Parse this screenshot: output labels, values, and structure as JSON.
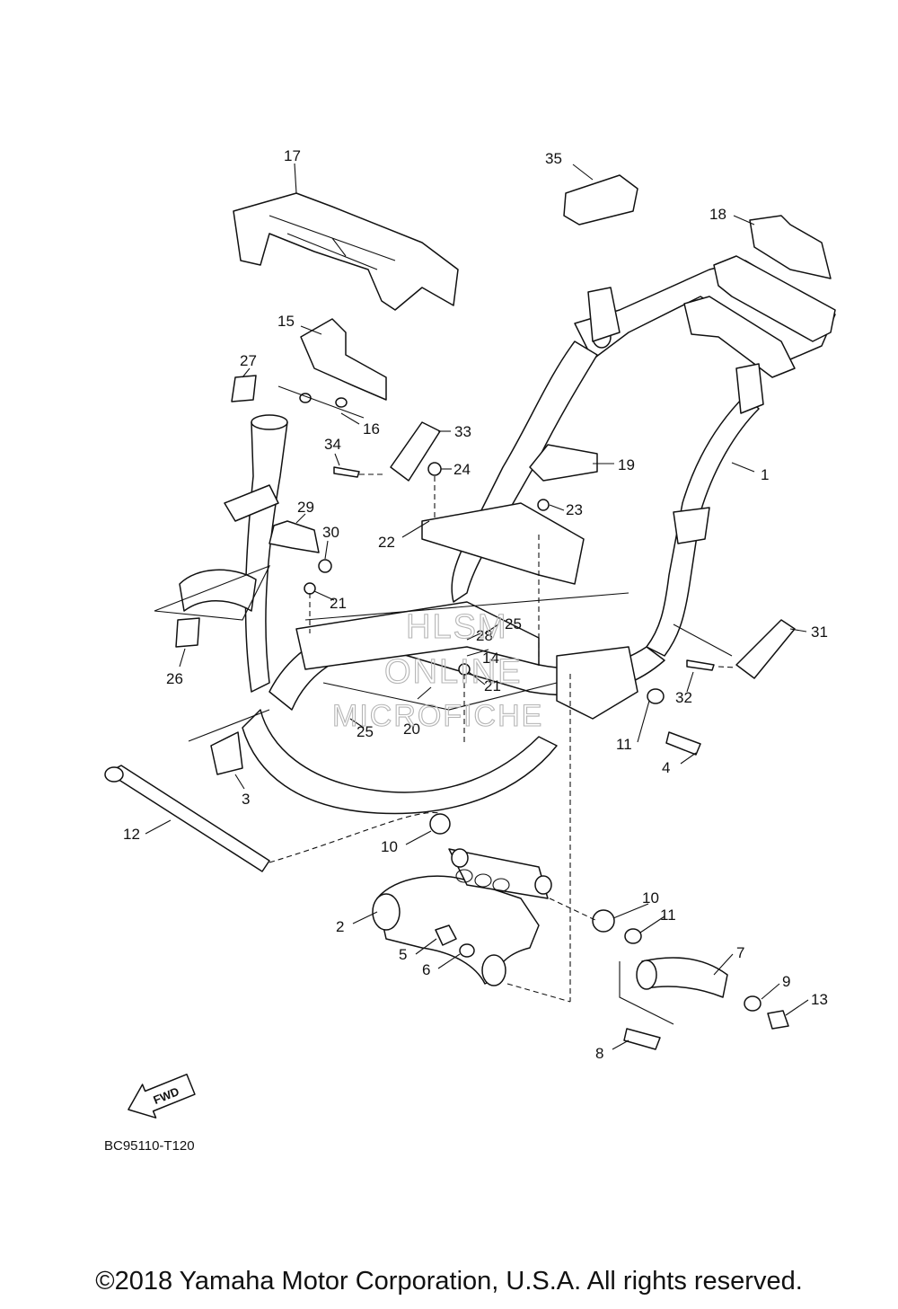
{
  "callouts": [
    {
      "label": "1"
    },
    {
      "label": "2"
    },
    {
      "label": "3"
    },
    {
      "label": "4"
    },
    {
      "label": "5"
    },
    {
      "label": "6"
    },
    {
      "label": "7"
    },
    {
      "label": "8"
    },
    {
      "label": "9"
    },
    {
      "label": "10"
    },
    {
      "label": "10"
    },
    {
      "label": "11"
    },
    {
      "label": "11"
    },
    {
      "label": "12"
    },
    {
      "label": "13"
    },
    {
      "label": "14"
    },
    {
      "label": "15"
    },
    {
      "label": "16"
    },
    {
      "label": "17"
    },
    {
      "label": "18"
    },
    {
      "label": "19"
    },
    {
      "label": "20"
    },
    {
      "label": "21"
    },
    {
      "label": "21"
    },
    {
      "label": "22"
    },
    {
      "label": "23"
    },
    {
      "label": "24"
    },
    {
      "label": "25"
    },
    {
      "label": "25"
    },
    {
      "label": "26"
    },
    {
      "label": "27"
    },
    {
      "label": "28"
    },
    {
      "label": "29"
    },
    {
      "label": "30"
    },
    {
      "label": "31"
    },
    {
      "label": "32"
    },
    {
      "label": "33"
    },
    {
      "label": "34"
    },
    {
      "label": "35"
    }
  ],
  "watermark": {
    "line1": "HLSM",
    "line2": "ONLINE",
    "line3": "MICROFICHE"
  },
  "fwd_label": "FWD",
  "diagram_code": "BC95110-T120",
  "copyright": "©2018 Yamaha Motor Corporation, U.S.A. All rights reserved."
}
